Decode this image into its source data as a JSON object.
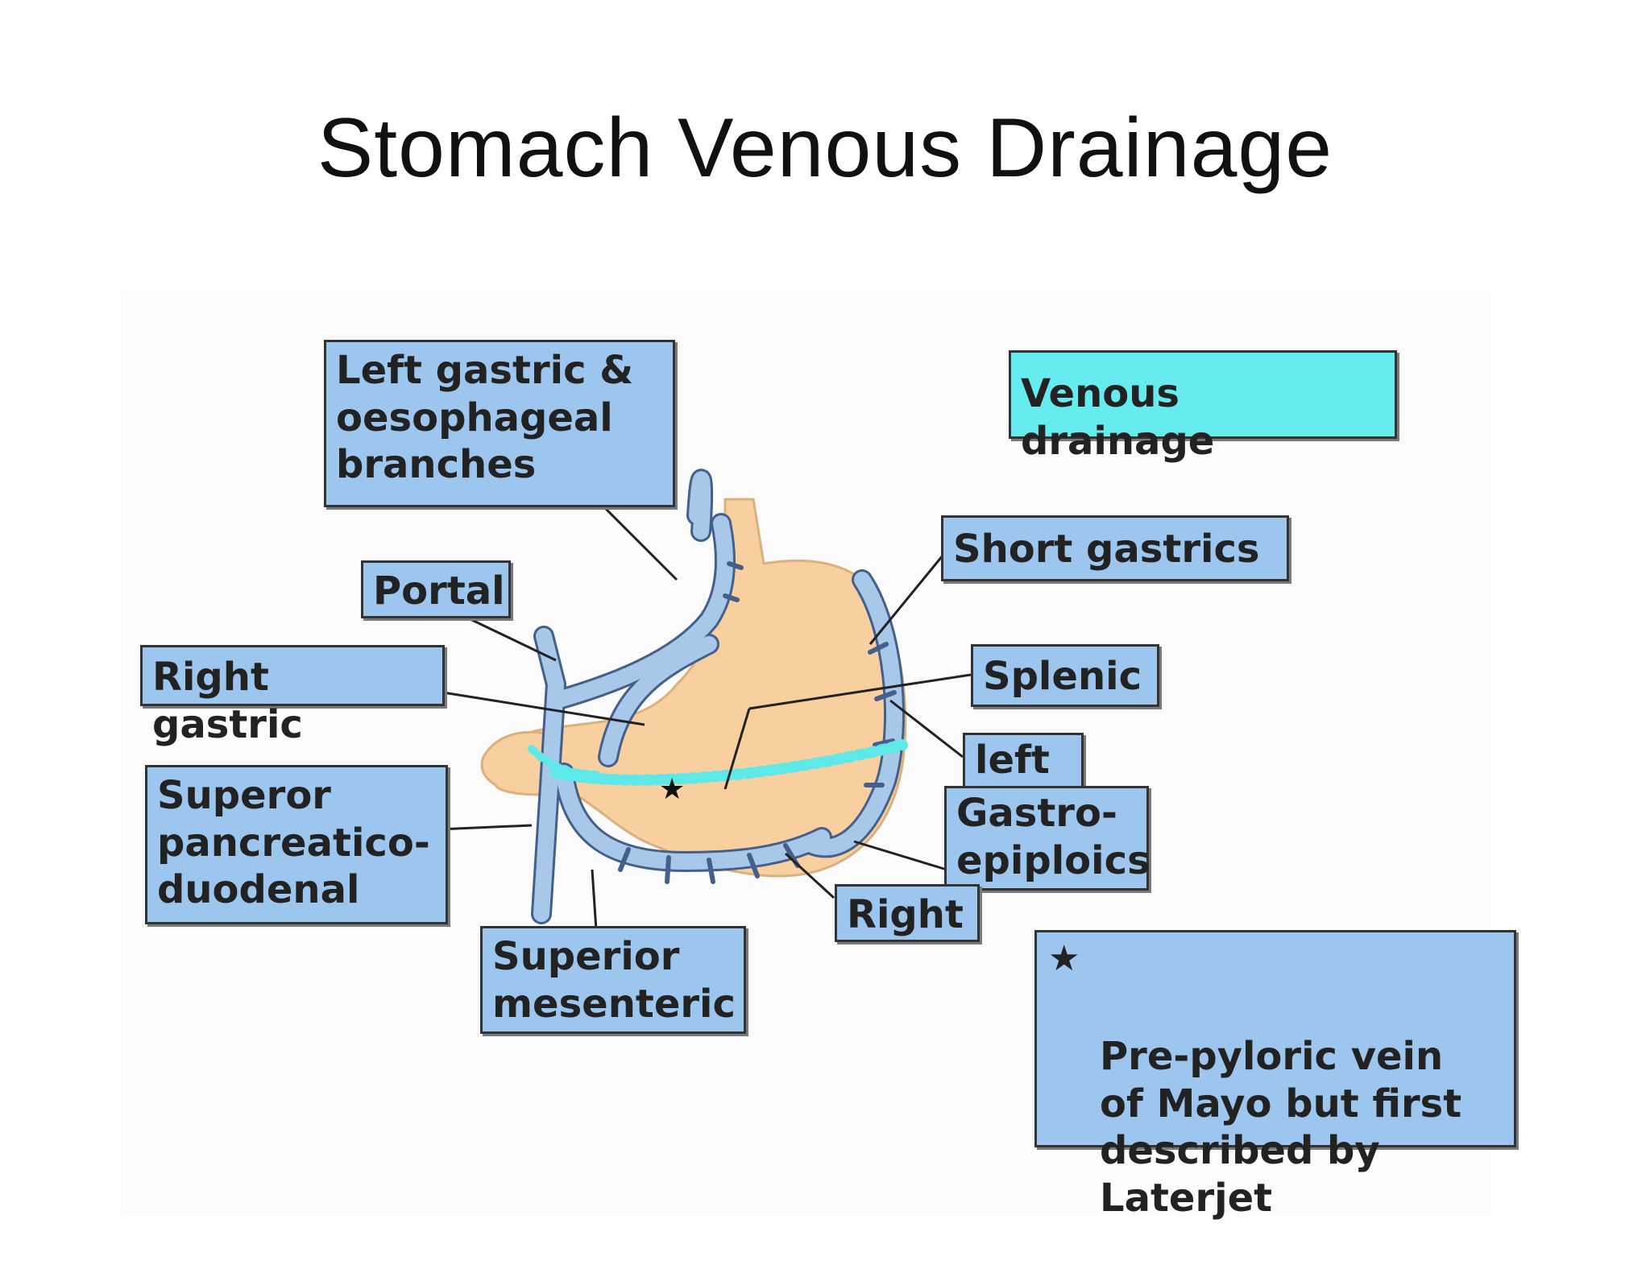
{
  "title": "Stomach Venous Drainage",
  "colors": {
    "label_fill": "#9cc6ee",
    "header_fill": "#66ecef",
    "vein": "#a8c8ea",
    "stomach": "#f8cf9f",
    "dashed_vein": "#5fe8e8"
  },
  "diagram": {
    "header": "Venous drainage",
    "labels": {
      "left_gastric": "Left gastric &\noesophageal\nbranches",
      "portal": "Portal",
      "right_gastric": "Right gastric",
      "sup_pancreatico": "Superor\npancreatico-\nduodenal",
      "sup_mesenteric": "Superior\nmesenteric",
      "short_gastrics": "Short gastrics",
      "splenic": "Splenic",
      "left": "left",
      "gastro_epiploics": "Gastro-\nepiploics",
      "right": "Right"
    },
    "legend": {
      "symbol": "★",
      "text": "Pre-pyloric vein\nof Mayo but first\ndescribed by\nLaterjet"
    }
  }
}
